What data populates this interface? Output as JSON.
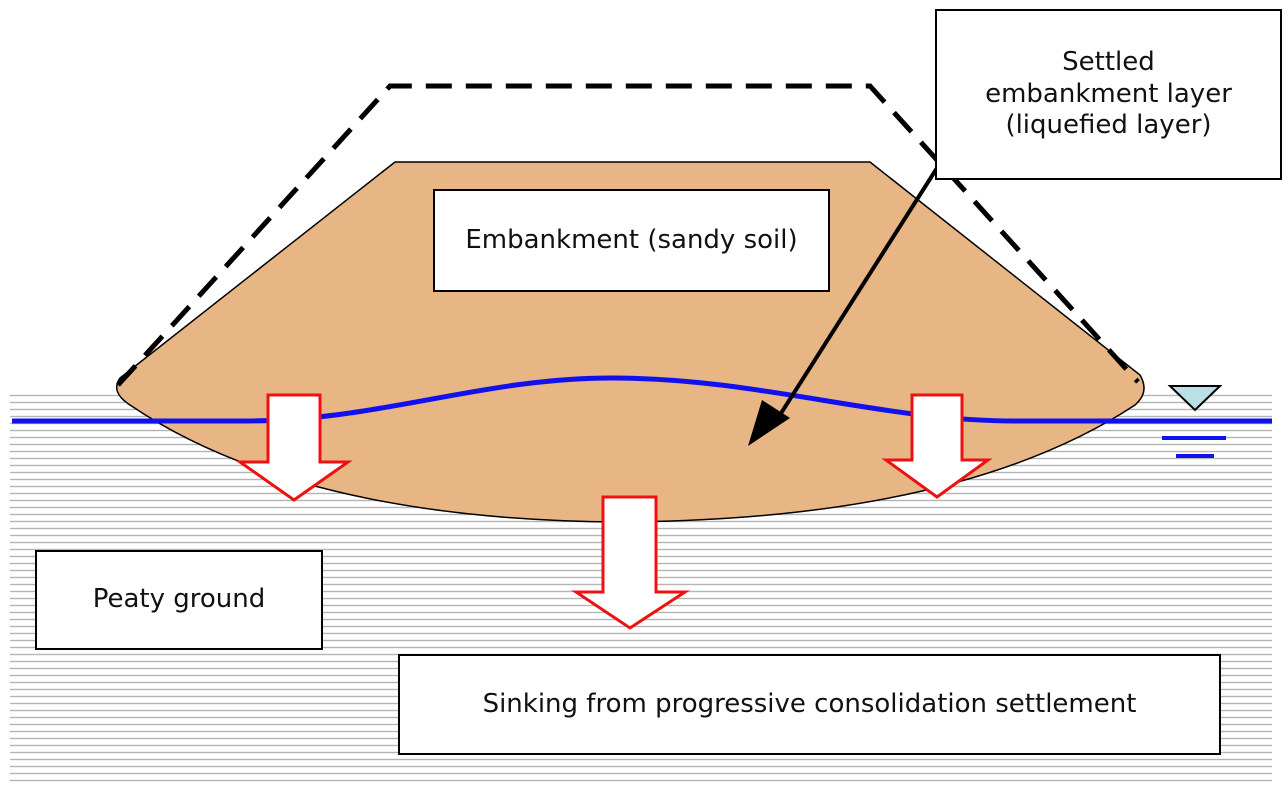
{
  "colors": {
    "embankment_fill": "#e8b585",
    "water_line": "#1111ee",
    "ground_hatch": "#b4b4b4",
    "arrow_border": "#ee1111",
    "water_symbol_fill": "#b8e0e6"
  },
  "labels": {
    "embankment": "Embankment (sandy soil)",
    "settled_layer": {
      "line1": "Settled",
      "line2": "embankment layer",
      "line3": "(liquefied layer)"
    },
    "peaty_ground": "Peaty ground",
    "sinking": "Sinking from progressive consolidation settlement"
  },
  "icons": {
    "water_level": "water-level-triangle-icon",
    "settlement_arrow": "down-arrow-icon"
  }
}
